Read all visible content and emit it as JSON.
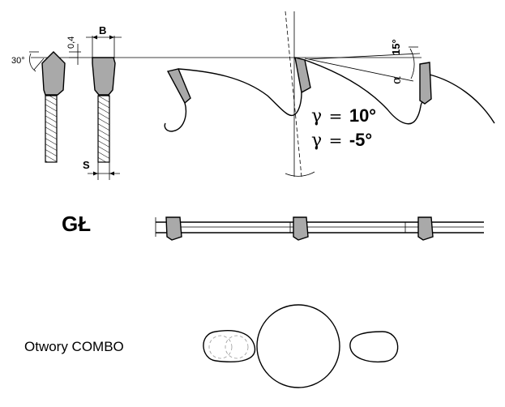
{
  "labels": {
    "bevel_angle": "30°",
    "chamfer": "0,4",
    "width_b": "B",
    "width_s": "S",
    "clearance_angle": "15°",
    "alpha": "α",
    "gamma1_symbol": "γ",
    "gamma1_eq": "=",
    "gamma1_value": "10°",
    "gamma2_symbol": "γ",
    "gamma2_eq": "=",
    "gamma2_value": "-5°",
    "tooth_type": "GŁ",
    "holes_label": "Otwory COMBO"
  },
  "colors": {
    "tooth_fill": "#a9a9a9",
    "line": "#000000",
    "background": "#ffffff"
  }
}
